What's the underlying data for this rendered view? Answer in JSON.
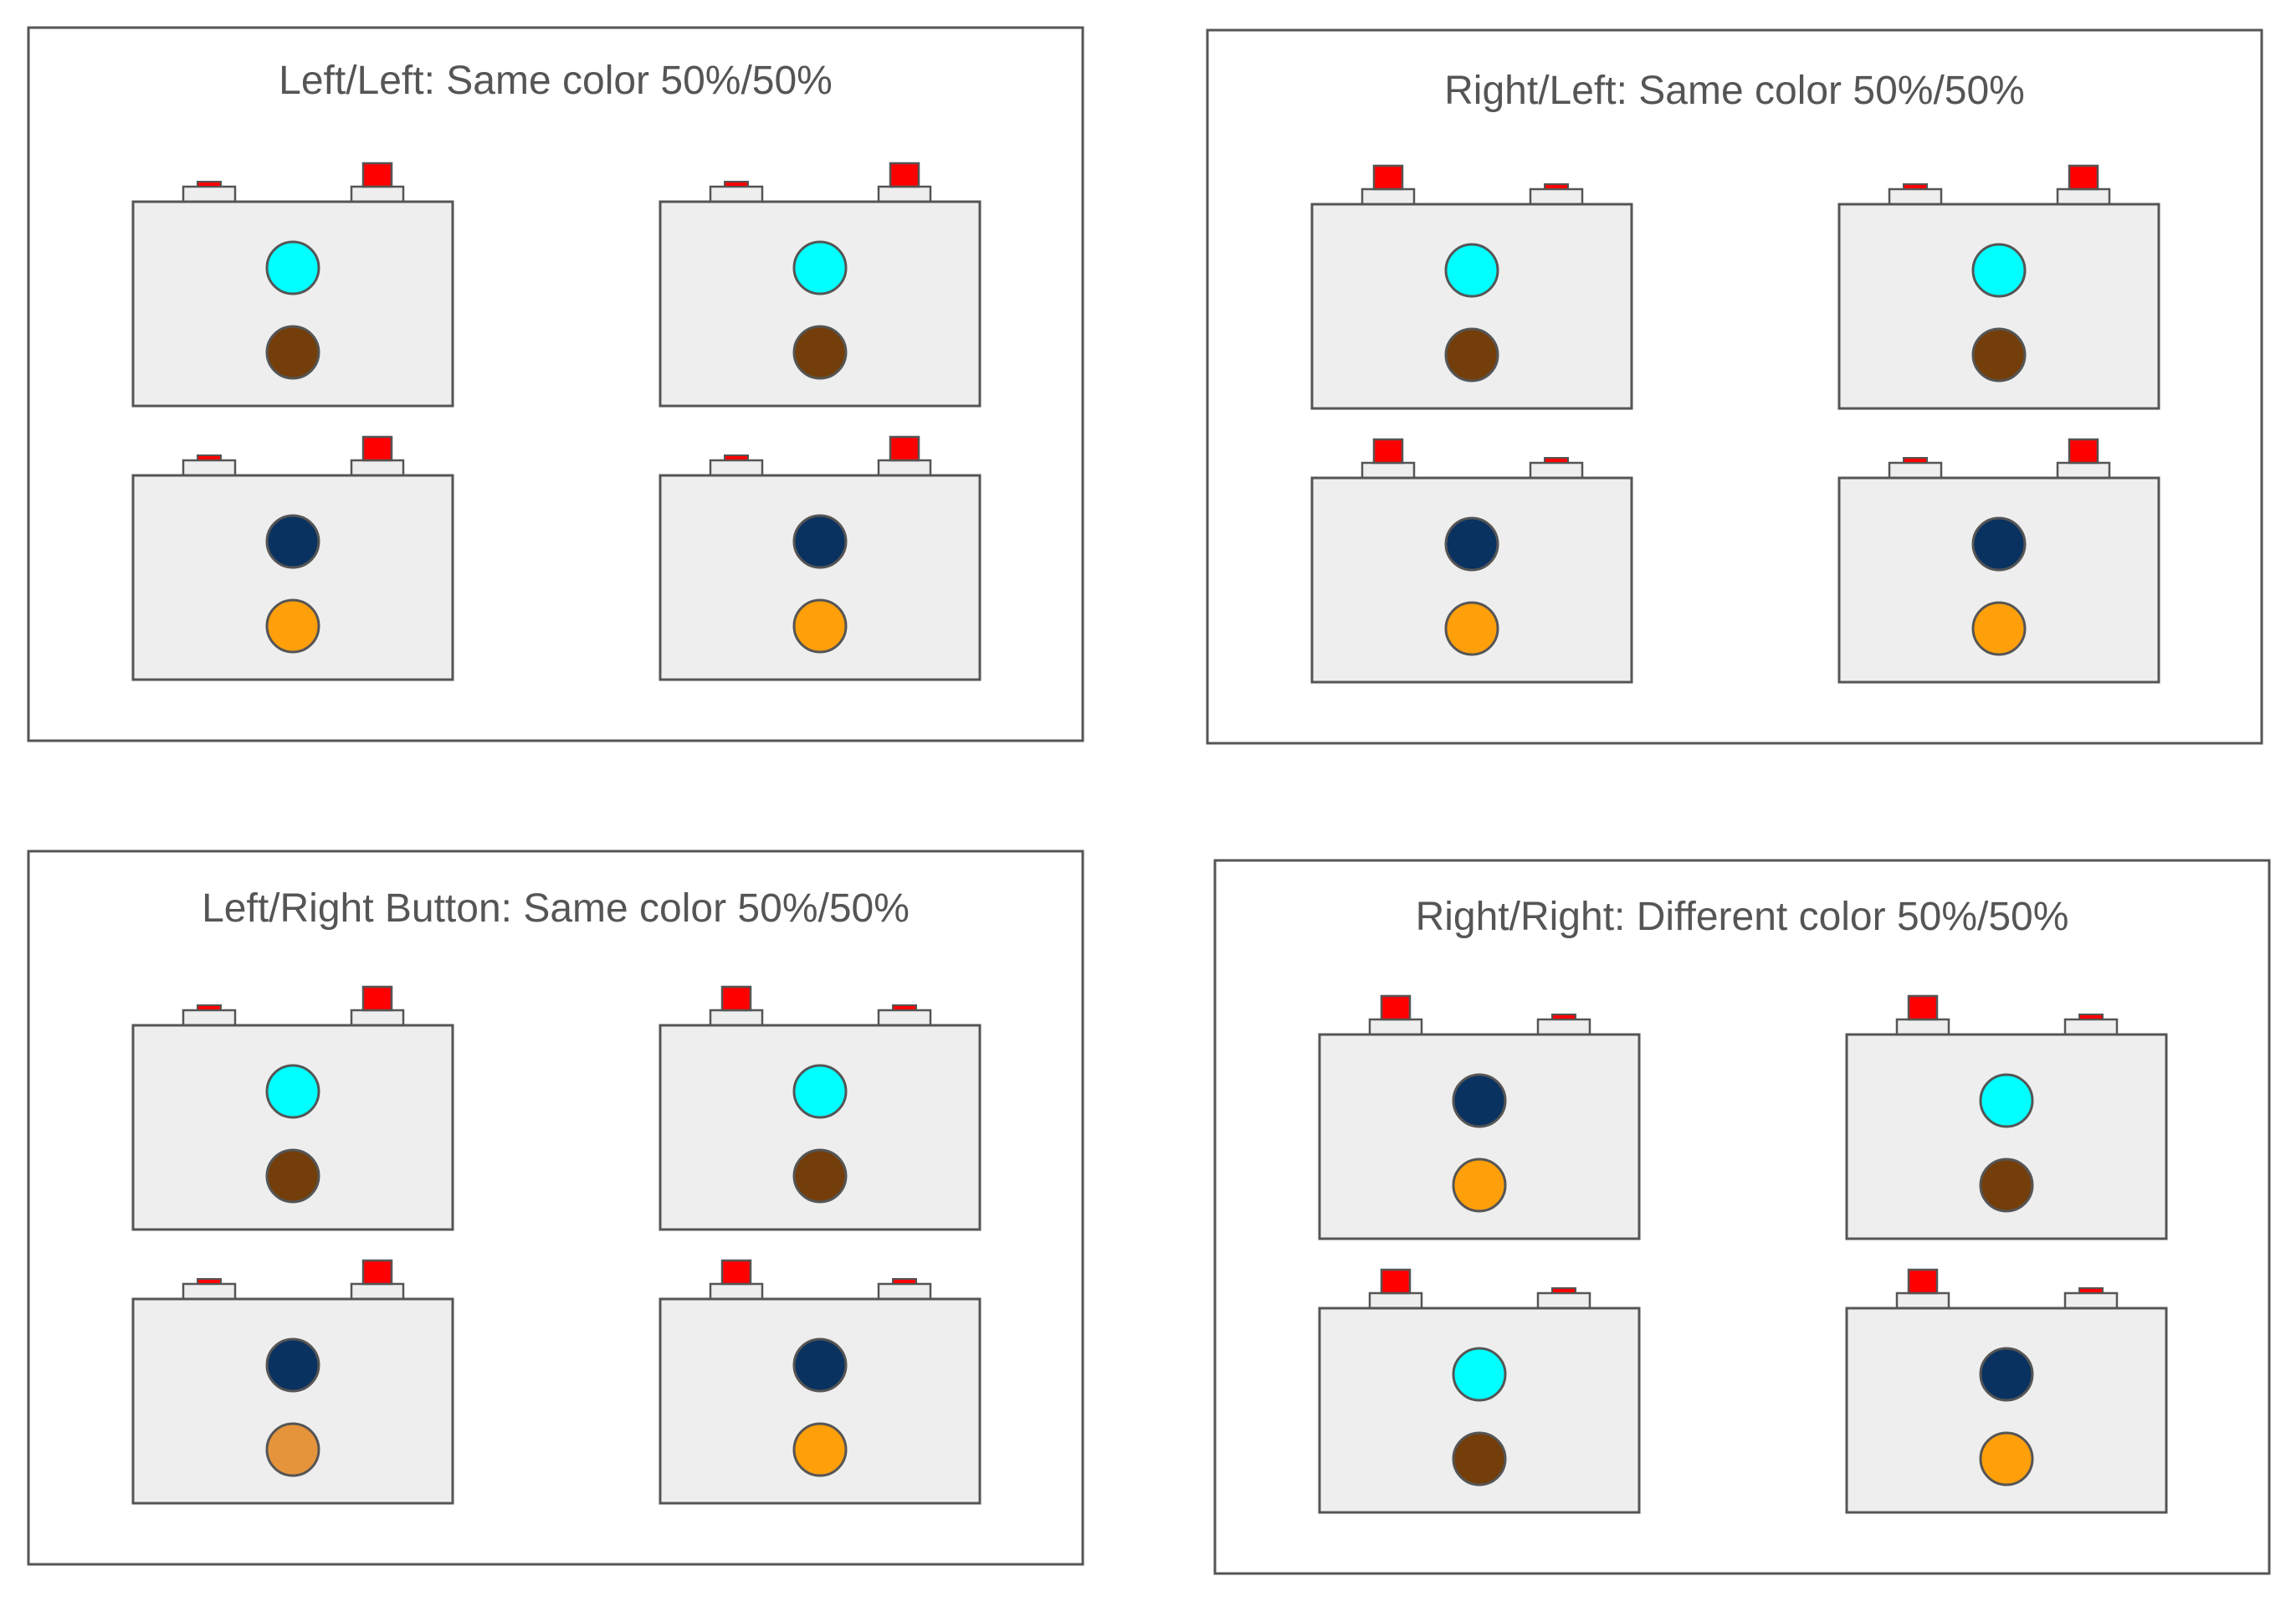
{
  "colors": {
    "background": "#ffffff",
    "panel_border": "#555555",
    "title_text": "#555555",
    "device_fill": "#eeeeee",
    "device_border": "#555555",
    "button_pressed": "#ff0000",
    "button_flat": "#ff0000",
    "cyan": "#00ffff",
    "brown": "#733e0a",
    "navy": "#0a3260",
    "orange": "#ff9f0a",
    "light_orange": "#e6943c"
  },
  "panels": [
    {
      "id": "left-left",
      "title": "Left/Left: Same color 50%/50%",
      "devices": [
        {
          "pressed": "right",
          "top": "cyan",
          "bottom": "brown"
        },
        {
          "pressed": "right",
          "top": "cyan",
          "bottom": "brown"
        },
        {
          "pressed": "right",
          "top": "navy",
          "bottom": "orange"
        },
        {
          "pressed": "right",
          "top": "navy",
          "bottom": "orange"
        }
      ]
    },
    {
      "id": "right-left",
      "title": "Right/Left: Same color 50%/50%",
      "devices": [
        {
          "pressed": "left",
          "top": "cyan",
          "bottom": "brown"
        },
        {
          "pressed": "right",
          "top": "cyan",
          "bottom": "brown"
        },
        {
          "pressed": "left",
          "top": "navy",
          "bottom": "orange"
        },
        {
          "pressed": "right",
          "top": "navy",
          "bottom": "orange"
        }
      ]
    },
    {
      "id": "left-right-button",
      "title": "Left/Right Button: Same color 50%/50%",
      "devices": [
        {
          "pressed": "right",
          "top": "cyan",
          "bottom": "brown"
        },
        {
          "pressed": "left",
          "top": "cyan",
          "bottom": "brown"
        },
        {
          "pressed": "right",
          "top": "navy",
          "bottom": "light_orange"
        },
        {
          "pressed": "left",
          "top": "navy",
          "bottom": "orange"
        }
      ]
    },
    {
      "id": "right-right",
      "title": "Right/Right: Different color 50%/50%",
      "devices": [
        {
          "pressed": "left",
          "top": "navy",
          "bottom": "orange"
        },
        {
          "pressed": "left",
          "top": "cyan",
          "bottom": "brown"
        },
        {
          "pressed": "left",
          "top": "cyan",
          "bottom": "brown"
        },
        {
          "pressed": "left",
          "top": "navy",
          "bottom": "orange"
        }
      ]
    }
  ]
}
